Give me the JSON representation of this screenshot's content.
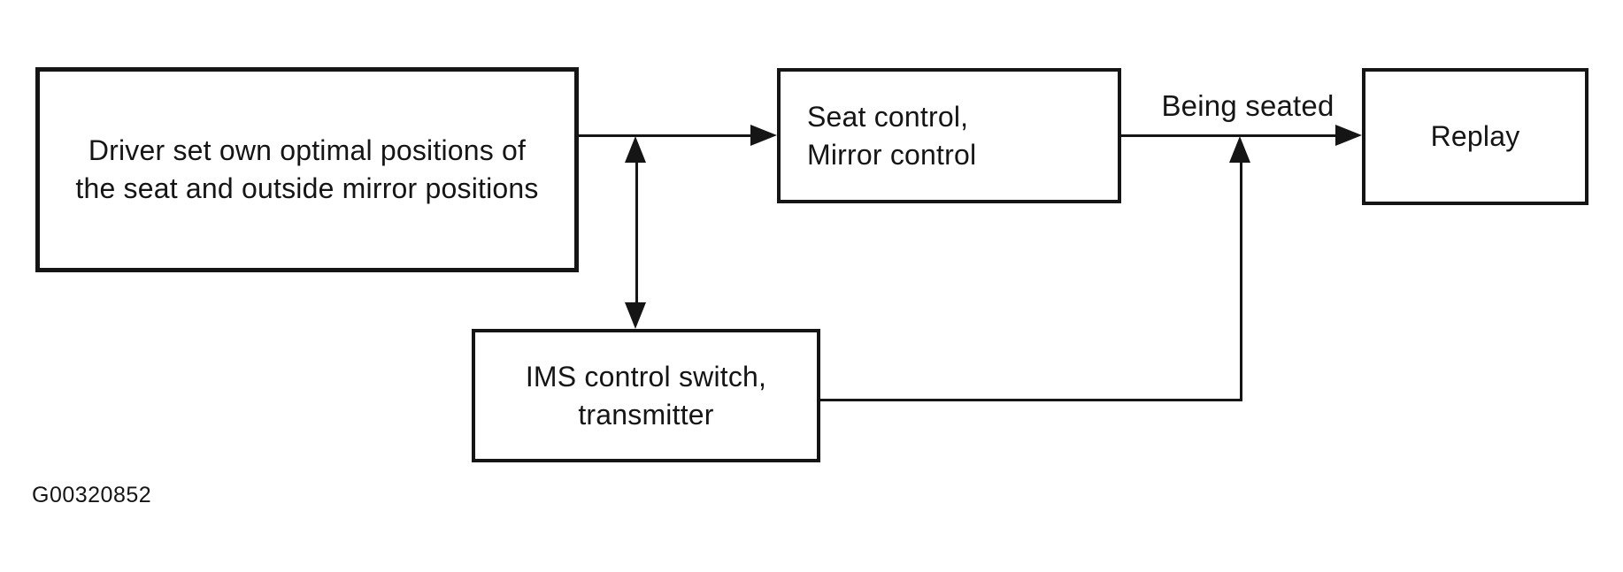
{
  "colors": {
    "background": "#ffffff",
    "ink": "#151515"
  },
  "nodes": {
    "driver": {
      "line1": "Driver set own optimal positions of",
      "line2": "the seat and outside mirror positions"
    },
    "seat_control": {
      "line1": "Seat control,",
      "line2": "Mirror control"
    },
    "replay": {
      "label": "Replay"
    },
    "ims": {
      "line1": "IMS control switch,",
      "line2": "transmitter"
    }
  },
  "edges": {
    "being_seated_label": "Being seated"
  },
  "footer": {
    "figure_code": "G00320852"
  },
  "icons": {
    "arrowheads": [
      "arrowhead-right-icon",
      "arrowhead-up-icon",
      "arrowhead-down-icon"
    ]
  }
}
